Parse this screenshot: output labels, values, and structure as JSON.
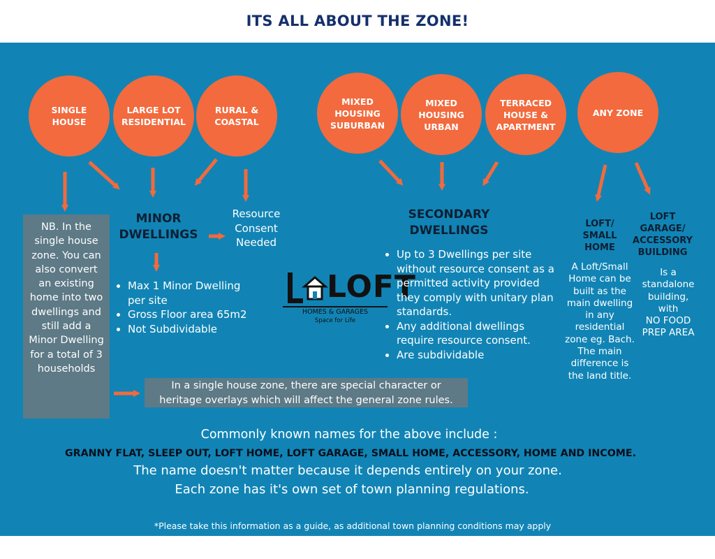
{
  "title": "ITS ALL ABOUT THE ZONE!",
  "colors": {
    "panel": "#1184b5",
    "circle": "#f26a3d",
    "box": "#5d7a86",
    "title": "#15306b"
  },
  "zones": [
    {
      "label": "SINGLE\nHOUSE"
    },
    {
      "label": "LARGE LOT\nRESIDENTIAL"
    },
    {
      "label": "RURAL &\nCOASTAL"
    },
    {
      "label": "MIXED\nHOUSING\nSUBURBAN"
    },
    {
      "label": "MIXED\nHOUSING\nURBAN"
    },
    {
      "label": "TERRACED\nHOUSE &\nAPARTMENT"
    },
    {
      "label": "ANY ZONE"
    }
  ],
  "nb_note": "NB.  In the single house zone.  You can also convert an existing home into two dwellings and still add a Minor Dwelling for a total of 3 households",
  "minor": {
    "heading": "MINOR\nDWELLINGS",
    "bullets": [
      "Max 1 Minor Dwelling per site",
      "Gross Floor area 65m2",
      "Not Subdividable"
    ]
  },
  "resource": {
    "text": "Resource\nConsent\nNeeded"
  },
  "secondary": {
    "heading": "SECONDARY\nDWELLINGS",
    "bullets": [
      "Up to 3  Dwellings per site without resource consent as a permitted activity provided they comply with unitary plan standards.",
      "Any additional dwellings require resource consent.",
      "Are subdividable"
    ]
  },
  "loft_small": {
    "heading": "LOFT/\nSMALL\nHOME",
    "text": "A Loft/Small\nHome can be\nbuilt as the\nmain dwelling\nin any\nresidential\nzone eg. Bach.\nThe main\ndifference is\nthe land title."
  },
  "loft_garage": {
    "heading": "LOFT\nGARAGE/\nACCESSORY\nBUILDING",
    "text": "Is a\nstandalone\nbuilding,\nwith\nNO FOOD\nPREP AREA"
  },
  "logo": {
    "brand": "LOFT",
    "tagline": "HOMES & GARAGES",
    "slogan": "Space for Life"
  },
  "heritage_note": "In a single house zone, there are special character or heritage overlays which will affect the general zone rules.",
  "common": {
    "intro": "Commonly known names for the above include :",
    "names": "GRANNY FLAT, SLEEP OUT, LOFT HOME, LOFT GARAGE, SMALL HOME, ACCESSORY, HOME AND INCOME.",
    "line1": "The name doesn't matter because it depends entirely on your zone.",
    "line2": "Each zone has it's own set of town planning regulations."
  },
  "disclaimer": "*Please take this information as a guide, as additional town planning conditions may apply"
}
